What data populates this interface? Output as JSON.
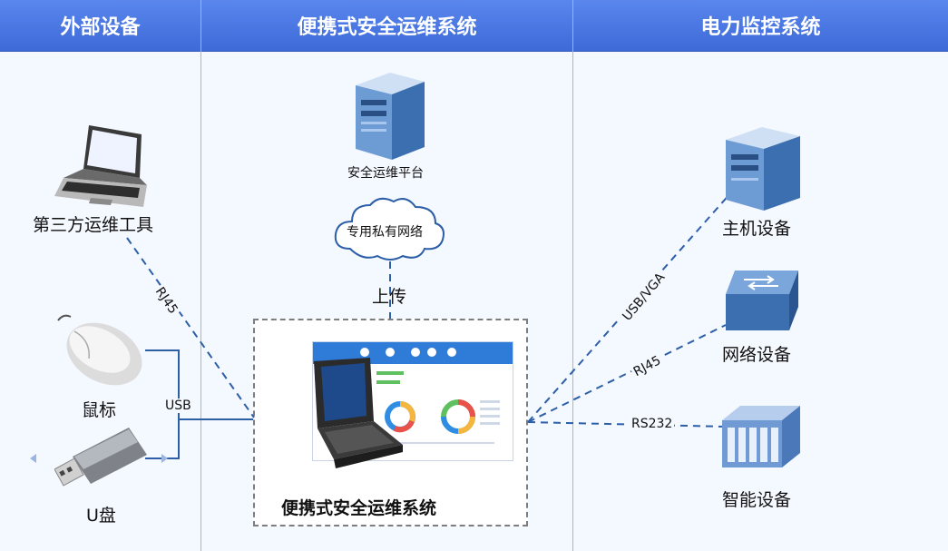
{
  "columns": {
    "external": {
      "title": "外部设备"
    },
    "portable": {
      "title": "便携式安全运维系统"
    },
    "power": {
      "title": "电力监控系统"
    }
  },
  "external_devices": {
    "laptop": "第三方运维工具",
    "mouse": "鼠标",
    "usb_disk": "U盘"
  },
  "portable_system": {
    "server": "安全运维平台",
    "cloud": "专用私有网络",
    "upload": "上传",
    "box_label": "便携式安全运维系统"
  },
  "power_devices": {
    "host": "主机设备",
    "network": "网络设备",
    "smart": "智能设备"
  },
  "connections": {
    "rj45_left": "RJ45",
    "usb_left": "USB",
    "usb_vga": "USB/VGA",
    "rj45_right": "RJ45",
    "rs232": "RS232"
  },
  "colors": {
    "header": "#4a78e6",
    "line": "#2c5fa8"
  }
}
